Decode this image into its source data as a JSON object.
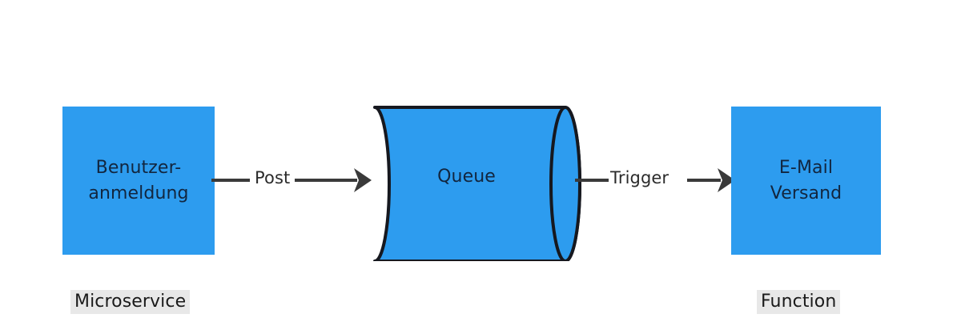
{
  "diagram": {
    "title": "Benutzeranmeldung Queue E-Mail Versand",
    "background_color": "#ffffff",
    "node_fill_color": "#2d9cef",
    "node_text_color": "#12263f",
    "stroke_color": "#16181f",
    "caption_highlight_color": "#e8e8e8",
    "nodes": [
      {
        "id": "user-signup",
        "shape": "rectangle",
        "line1": "Benutzer-",
        "line2": "anmeldung",
        "caption": "Microservice"
      },
      {
        "id": "queue",
        "shape": "cylinder",
        "label": "Queue"
      },
      {
        "id": "email-dispatch",
        "shape": "rectangle",
        "line1": "E-Mail",
        "line2": "Versand",
        "caption": "Function"
      }
    ],
    "edges": [
      {
        "id": "post",
        "label": "Post",
        "from": "user-signup",
        "to": "queue",
        "arrowhead": "filled-triangle"
      },
      {
        "id": "trigger",
        "label": "Trigger",
        "from": "queue",
        "to": "email-dispatch",
        "arrowhead": "filled-triangle"
      }
    ]
  }
}
